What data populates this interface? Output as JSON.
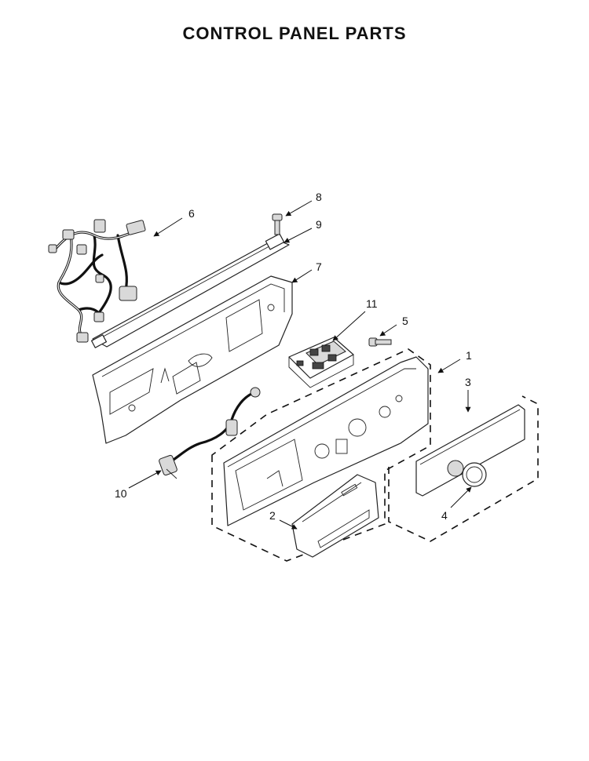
{
  "title": "CONTROL PANEL PARTS",
  "callouts": [
    "1",
    "2",
    "3",
    "4",
    "5",
    "6",
    "7",
    "8",
    "9",
    "10",
    "11"
  ]
}
